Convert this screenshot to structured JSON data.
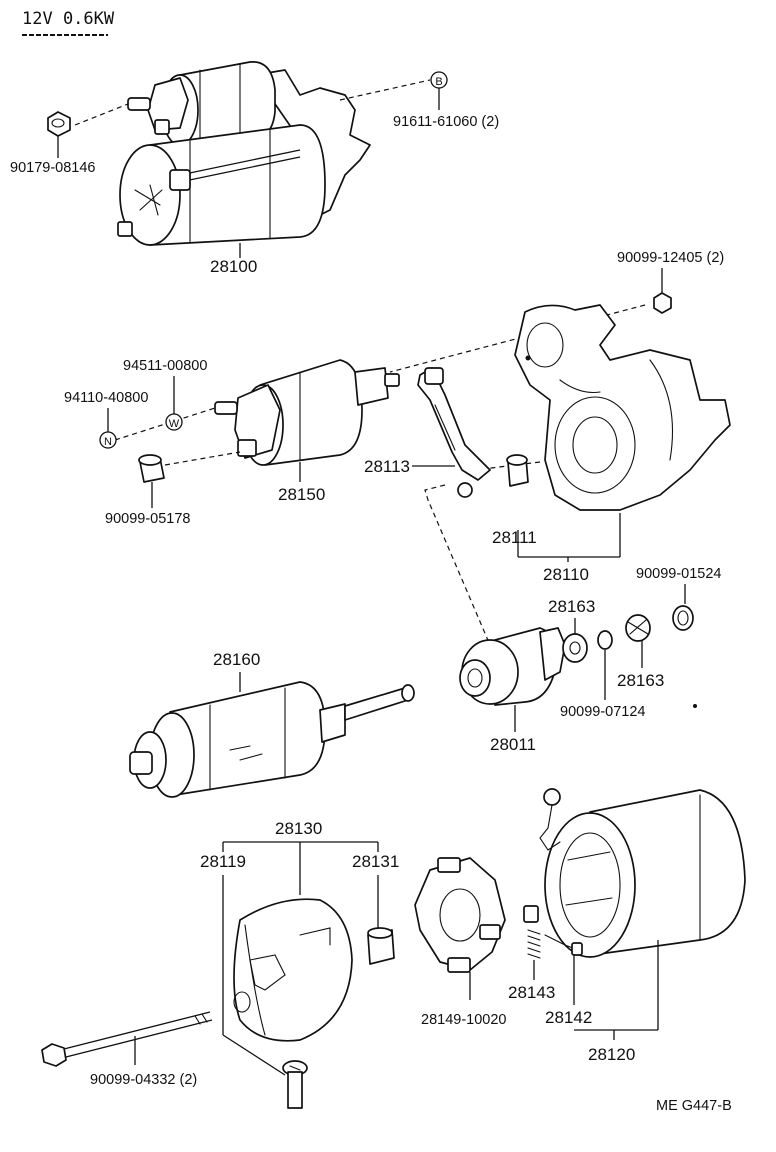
{
  "header": {
    "spec": "12V 0.6KW"
  },
  "footer": {
    "code": "ME  G447-B"
  },
  "callouts": {
    "B": "B",
    "N": "N",
    "W": "W"
  },
  "labels": {
    "p90179_08146": "90179-08146",
    "p91611_61060": "91611-61060 (2)",
    "p28100": "28100",
    "p90099_12405": "90099-12405 (2)",
    "p94511_00800": "94511-00800",
    "p94110_40800": "94110-40800",
    "p28113": "28113",
    "p28150": "28150",
    "p90099_05178": "90099-05178",
    "p28111": "28111",
    "p28110": "28110",
    "p28163_a": "28163",
    "p90099_01524": "90099-01524",
    "p28160": "28160",
    "p28163_b": "28163",
    "p90099_07124": "90099-07124",
    "p28011": "28011",
    "p28130": "28130",
    "p28119": "28119",
    "p28131": "28131",
    "p28143": "28143",
    "p28149_10020": "28149-10020",
    "p28142": "28142",
    "p90099_04332": "90099-04332 (2)",
    "p28120": "28120"
  }
}
